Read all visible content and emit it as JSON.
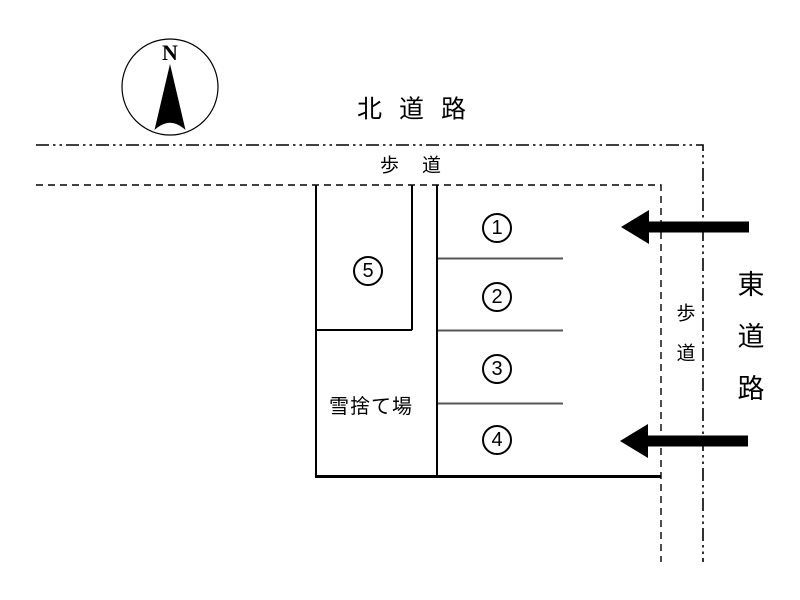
{
  "diagram": {
    "compass": {
      "label": "N"
    },
    "roads": {
      "north_road": {
        "label": "北道路"
      },
      "north_sidewalk": {
        "label": "歩道"
      },
      "east_road": {
        "label": "東道路"
      },
      "east_sidewalk": {
        "label": "歩道"
      }
    },
    "snow_dump": {
      "label": "雪捨て場"
    },
    "parking_spaces": [
      {
        "number": "1"
      },
      {
        "number": "2"
      },
      {
        "number": "3"
      },
      {
        "number": "4"
      },
      {
        "number": "5"
      }
    ],
    "entrance_arrows": {
      "direction": "left",
      "count": 2
    },
    "colors": {
      "line": "#000000",
      "divider": "#555555",
      "background": "#ffffff"
    }
  }
}
